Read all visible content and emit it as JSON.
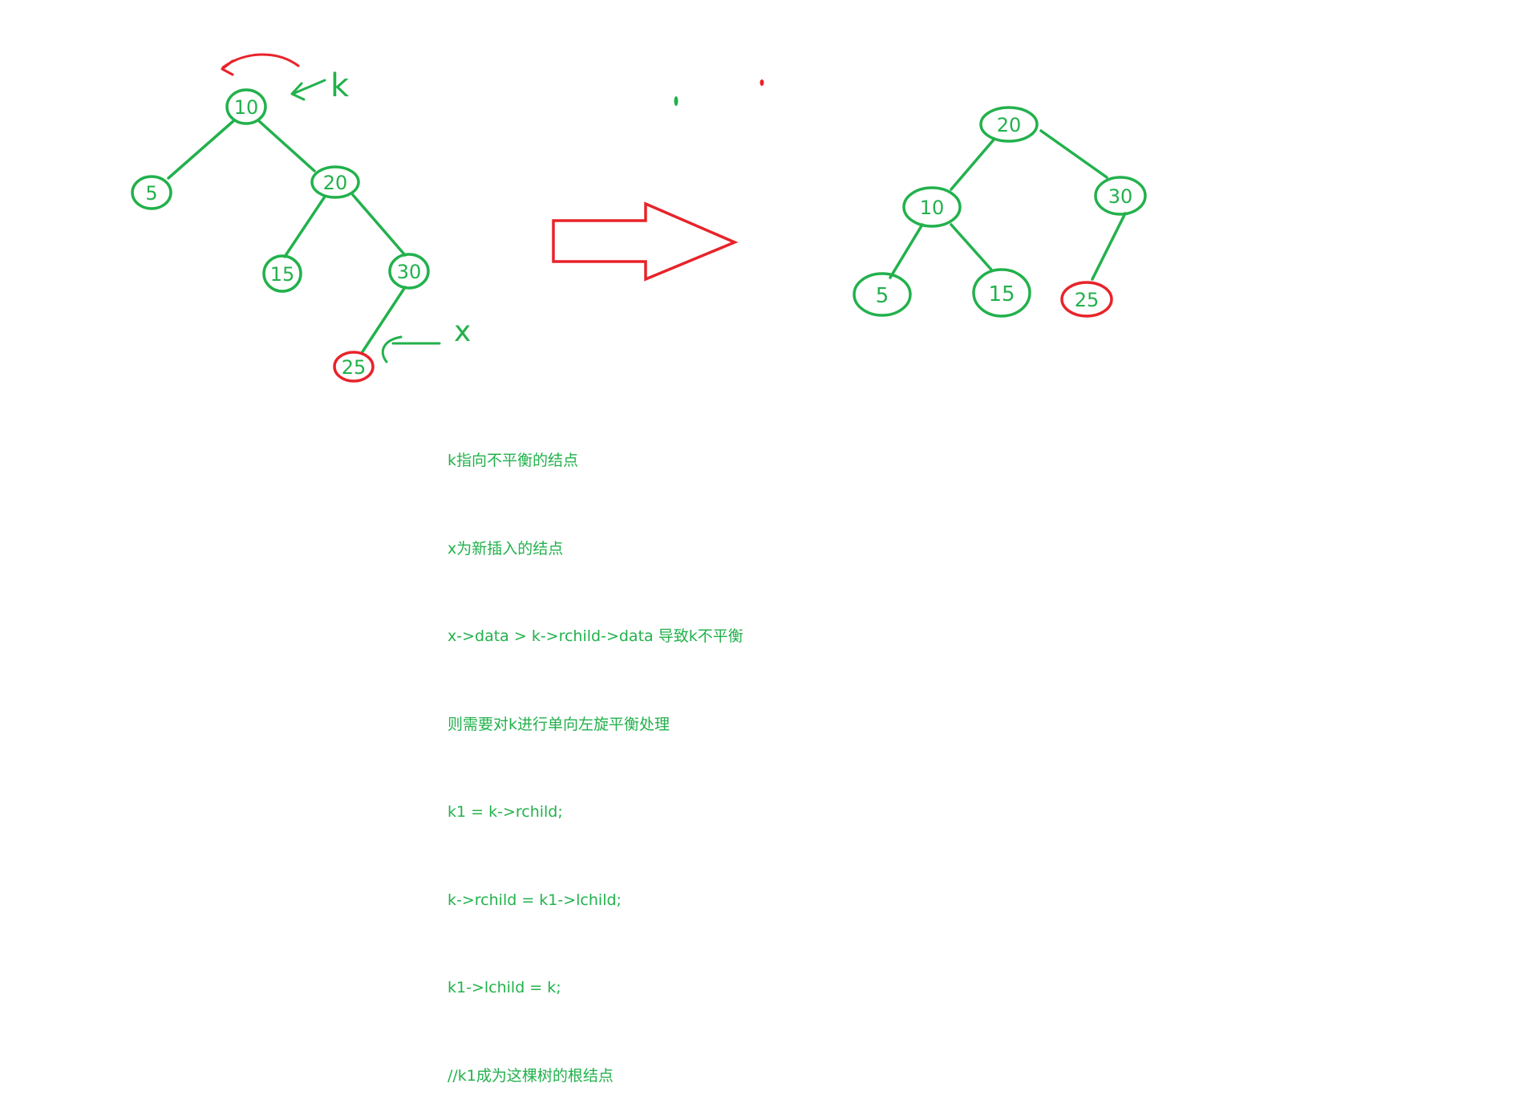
{
  "colors": {
    "green": "#22b14c",
    "red": "#e8232a",
    "background": "#ffffff"
  },
  "before_tree": {
    "pointer_k_label": "k",
    "pointer_x_label": "x",
    "nodes": [
      {
        "id": "n10",
        "label": "10",
        "highlight": false
      },
      {
        "id": "n5",
        "label": "5",
        "highlight": false
      },
      {
        "id": "n20",
        "label": "20",
        "highlight": false
      },
      {
        "id": "n15",
        "label": "15",
        "highlight": false
      },
      {
        "id": "n30",
        "label": "30",
        "highlight": false
      },
      {
        "id": "n25",
        "label": "25",
        "highlight": true
      }
    ]
  },
  "after_tree": {
    "nodes": [
      {
        "id": "m20",
        "label": "20",
        "highlight": false
      },
      {
        "id": "m10",
        "label": "10",
        "highlight": false
      },
      {
        "id": "m30",
        "label": "30",
        "highlight": false
      },
      {
        "id": "m5",
        "label": "5",
        "highlight": false
      },
      {
        "id": "m15",
        "label": "15",
        "highlight": false
      },
      {
        "id": "m25",
        "label": "25",
        "highlight": true
      }
    ]
  },
  "notes": [
    "k指向不平衡的结点",
    "x为新插入的结点",
    "x->data > k->rchild->data 导致k不平衡",
    "则需要对k进行单向左旋平衡处理",
    "k1 = k->rchild;",
    "k->rchild = k1->lchild;",
    "k1->lchild = k;",
    "//k1成为这棵树的根结点"
  ]
}
